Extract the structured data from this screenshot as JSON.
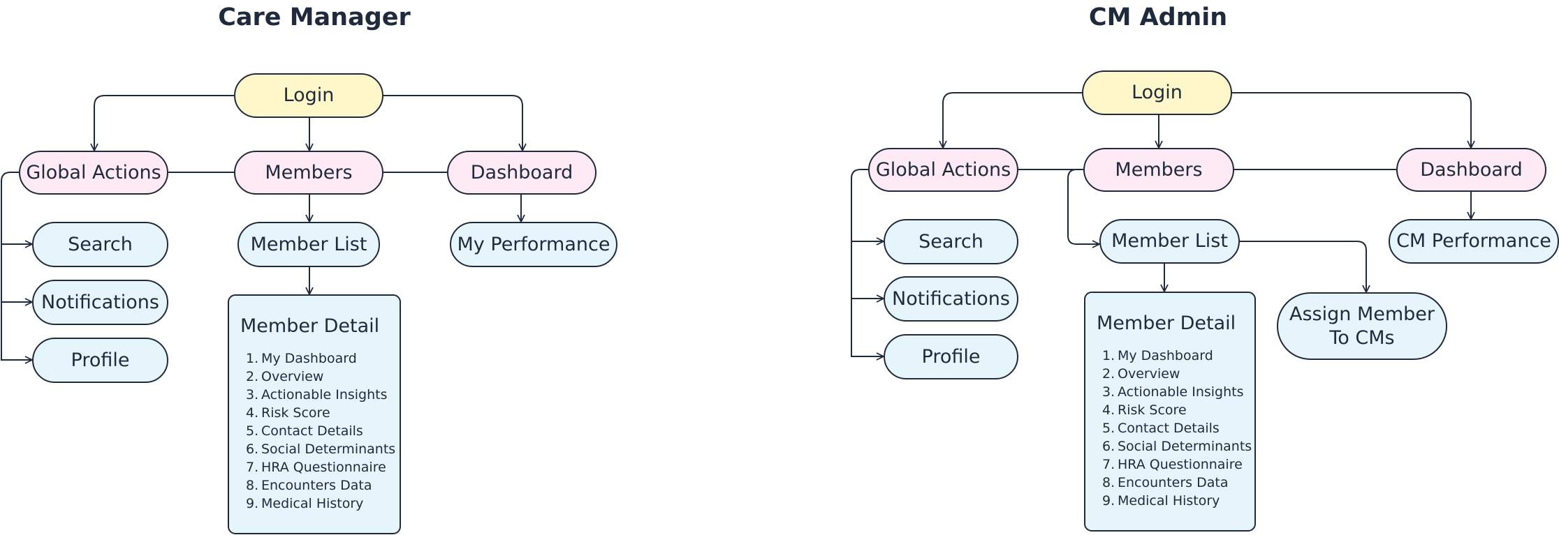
{
  "panels": [
    {
      "title": "Care Manager",
      "login": "Login",
      "global_actions": "Global Actions",
      "members": "Members",
      "dashboard": "Dashboard",
      "search": "Search",
      "notifications": "Notifications",
      "profile": "Profile",
      "member_list": "Member List",
      "performance": "My Performance",
      "member_detail": {
        "title": "Member Detail",
        "items": [
          {
            "num": "1.",
            "label": "My Dashboard"
          },
          {
            "num": "2.",
            "label": "Overview"
          },
          {
            "num": "3.",
            "label": "Actionable Insights"
          },
          {
            "num": "4.",
            "label": "Risk Score"
          },
          {
            "num": "5.",
            "label": "Contact Details"
          },
          {
            "num": "6.",
            "label": "Social Determinants"
          },
          {
            "num": "7.",
            "label": "HRA Questionnaire"
          },
          {
            "num": "8.",
            "label": "Encounters Data"
          },
          {
            "num": "9.",
            "label": "Medical History"
          }
        ]
      }
    },
    {
      "title": "CM Admin",
      "login": "Login",
      "global_actions": "Global Actions",
      "members": "Members",
      "dashboard": "Dashboard",
      "search": "Search",
      "notifications": "Notifications",
      "profile": "Profile",
      "member_list": "Member List",
      "performance": "CM Performance",
      "assign": "Assign Member To CMs",
      "member_detail": {
        "title": "Member Detail",
        "items": [
          {
            "num": "1.",
            "label": "My Dashboard"
          },
          {
            "num": "2.",
            "label": "Overview"
          },
          {
            "num": "3.",
            "label": "Actionable Insights"
          },
          {
            "num": "4.",
            "label": "Risk Score"
          },
          {
            "num": "5.",
            "label": "Contact Details"
          },
          {
            "num": "6.",
            "label": "Social Determinants"
          },
          {
            "num": "7.",
            "label": "HRA Questionnaire"
          },
          {
            "num": "8.",
            "label": "Encounters Data"
          },
          {
            "num": "9.",
            "label": "Medical History"
          }
        ]
      }
    }
  ],
  "colors": {
    "stroke": "#1f2a3c",
    "login_fill": "#fdf7c9",
    "category_fill": "#fdeaf5",
    "leaf_fill": "#e6f5fc"
  }
}
